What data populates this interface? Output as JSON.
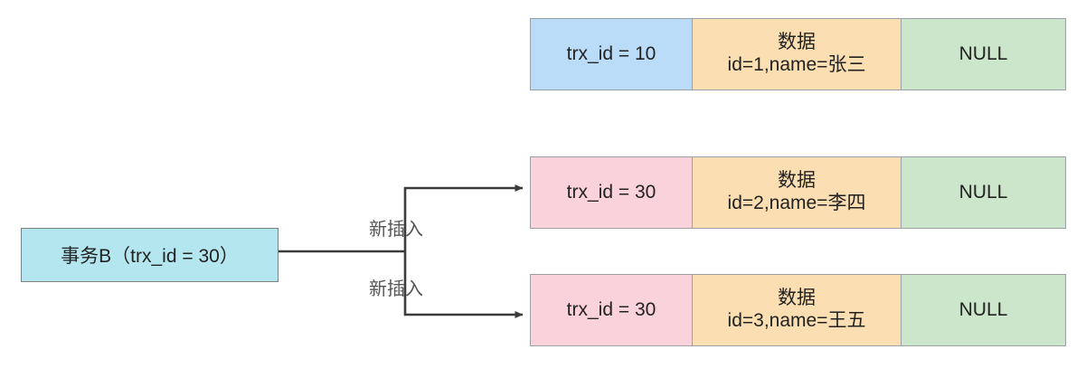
{
  "diagram": {
    "title": "MVCC phantom read illustration",
    "background": "#ffffff",
    "transaction": {
      "label": "事务B（trx_id = 30）",
      "fill": "#b3e6ee",
      "stroke": "#808080"
    },
    "edges": [
      {
        "label": "新插入",
        "target": "row-2"
      },
      {
        "label": "新插入",
        "target": "row-3"
      }
    ],
    "edge_color": "#3c3c3c",
    "rows": [
      {
        "id": "row-1",
        "trx": "trx_id = 10",
        "trx_fill": "#bbdcf8",
        "data_line1": "数据",
        "data_line2": "id=1,name=张三",
        "data_fill": "#fbdfb2",
        "rollback": "NULL",
        "rollback_fill": "#cce6cc"
      },
      {
        "id": "row-2",
        "trx": "trx_id = 30",
        "trx_fill": "#fad2dc",
        "data_line1": "数据",
        "data_line2": "id=2,name=李四",
        "data_fill": "#fbdfb2",
        "rollback": "NULL",
        "rollback_fill": "#cce6cc"
      },
      {
        "id": "row-3",
        "trx": "trx_id = 30",
        "trx_fill": "#fad2dc",
        "data_line1": "数据",
        "data_line2": "id=3,name=王五",
        "data_fill": "#fbdfb2",
        "rollback": "NULL",
        "rollback_fill": "#cce6cc"
      }
    ]
  }
}
